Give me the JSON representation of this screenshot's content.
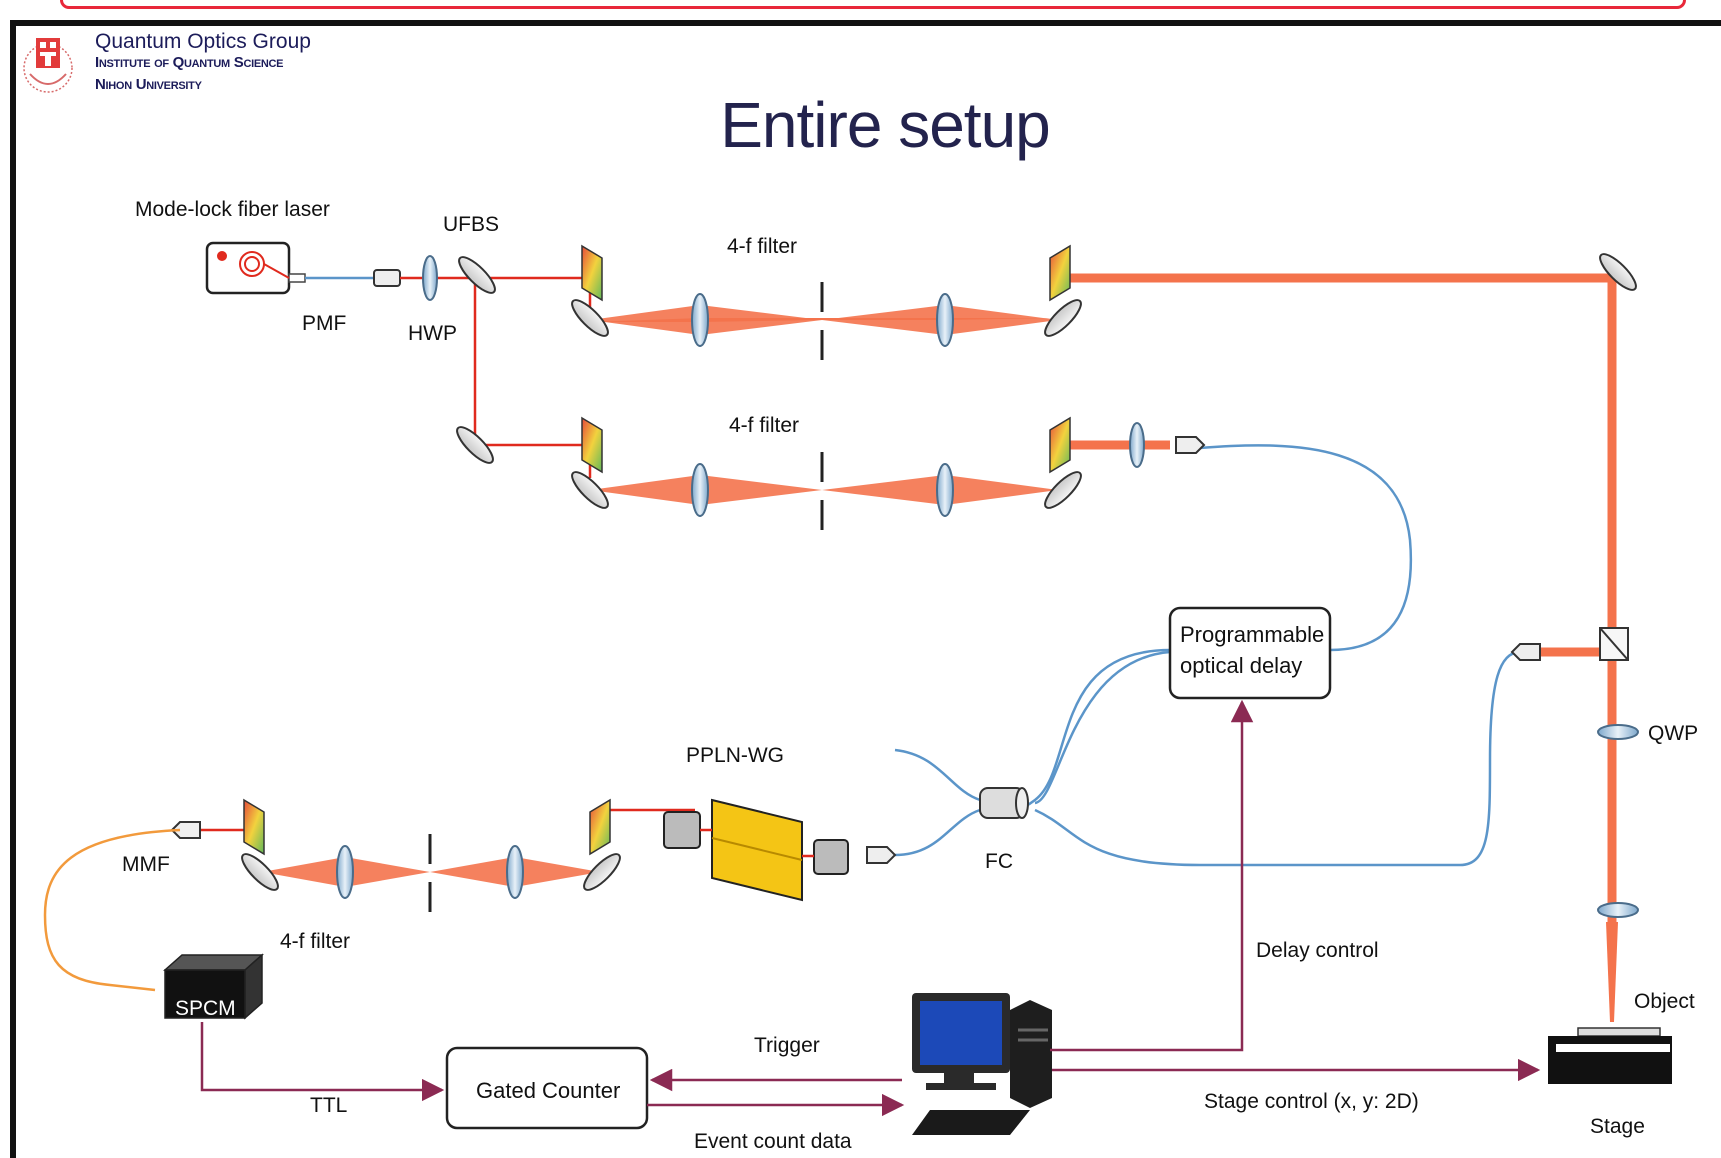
{
  "header": {
    "group": "Quantum Optics Group",
    "institute": "Institute of Quantum Science",
    "university": "Nihon University"
  },
  "title": "Entire setup",
  "labels": {
    "laser": "Mode-lock fiber laser",
    "ufbs": "UFBS",
    "pmf": "PMF",
    "hwp": "HWP",
    "filter_top": "4-f filter",
    "filter_mid": "4-f filter",
    "filter_bottom": "4-f filter",
    "pplnwg": "PPLN-WG",
    "mmf": "MMF",
    "fc": "FC",
    "qwp": "QWP",
    "object": "Object",
    "stage": "Stage",
    "delay_line1": "Programmable",
    "delay_line2": "optical delay",
    "spcm": "SPCM",
    "gated_counter": "Gated Counter",
    "ttl": "TTL",
    "trigger": "Trigger",
    "event_count": "Event count data",
    "delay_control": "Delay control",
    "stage_control": "Stage control (x, y: 2D)"
  },
  "colors": {
    "beam": "#f4734c",
    "thin_beam": "#e02a1e",
    "fiber_blue": "#5b95c9",
    "fiber_orange": "#f29a3c",
    "signal_line": "#8b2a53",
    "title_color": "#23234d",
    "accent_red": "#e8283a"
  }
}
